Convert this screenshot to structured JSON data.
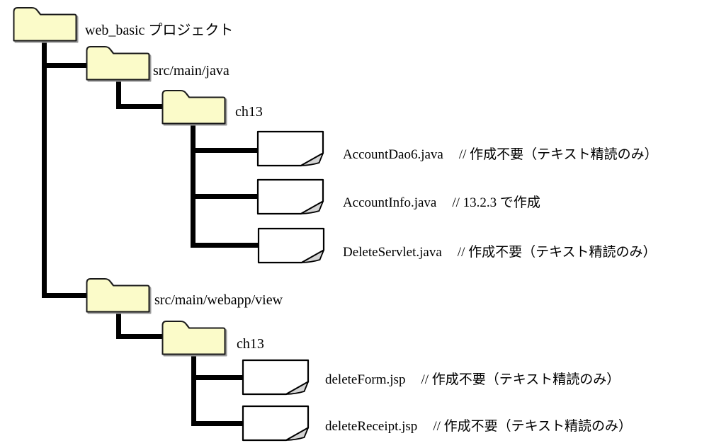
{
  "diagram": {
    "type": "directory-tree",
    "colors": {
      "folder_fill": "#FBFBC9",
      "folder_border": "#1a1a1a",
      "folder_shadow": "#9a9a9a",
      "file_fill": "#ffffff",
      "file_fold": "#d4d4d4",
      "connector": "#000000",
      "text": "#000000",
      "background": "#ffffff"
    },
    "nodes": {
      "root": {
        "type": "folder",
        "label": "web_basic プロジェクト"
      },
      "src_main_java": {
        "type": "folder",
        "label": "src/main/java"
      },
      "ch13_java": {
        "type": "folder",
        "label": "ch13"
      },
      "account_dao6": {
        "type": "file",
        "name": "AccountDao6.java",
        "comment": "// 作成不要（テキスト精読のみ）"
      },
      "account_info": {
        "type": "file",
        "name": "AccountInfo.java",
        "comment": "// 13.2.3 で作成"
      },
      "delete_servlet": {
        "type": "file",
        "name": "DeleteServlet.java",
        "comment": "// 作成不要（テキスト精読のみ）"
      },
      "src_main_webapp_view": {
        "type": "folder",
        "label": "src/main/webapp/view"
      },
      "ch13_view": {
        "type": "folder",
        "label": "ch13"
      },
      "delete_form": {
        "type": "file",
        "name": "deleteForm.jsp",
        "comment": "// 作成不要（テキスト精読のみ）"
      },
      "delete_receipt": {
        "type": "file",
        "name": "deleteReceipt.jsp",
        "comment": "// 作成不要（テキスト精読のみ）"
      }
    }
  }
}
